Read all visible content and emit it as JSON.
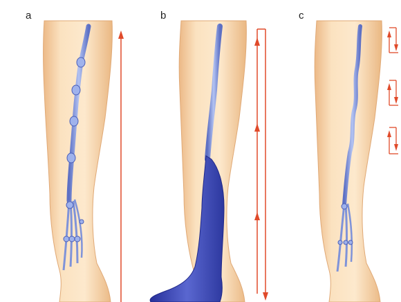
{
  "panels": [
    {
      "id": "a",
      "label": "a"
    },
    {
      "id": "b",
      "label": "b"
    },
    {
      "id": "c",
      "label": "c"
    }
  ],
  "colors": {
    "skin_light": "#fbe3c2",
    "skin_mid": "#f2c892",
    "skin_edge": "#d9a46b",
    "vein": "#8fa6e6",
    "vein_edge": "#4a5fb8",
    "pooled_blood": "#3a46b8",
    "arrow": "#e04a2a"
  }
}
